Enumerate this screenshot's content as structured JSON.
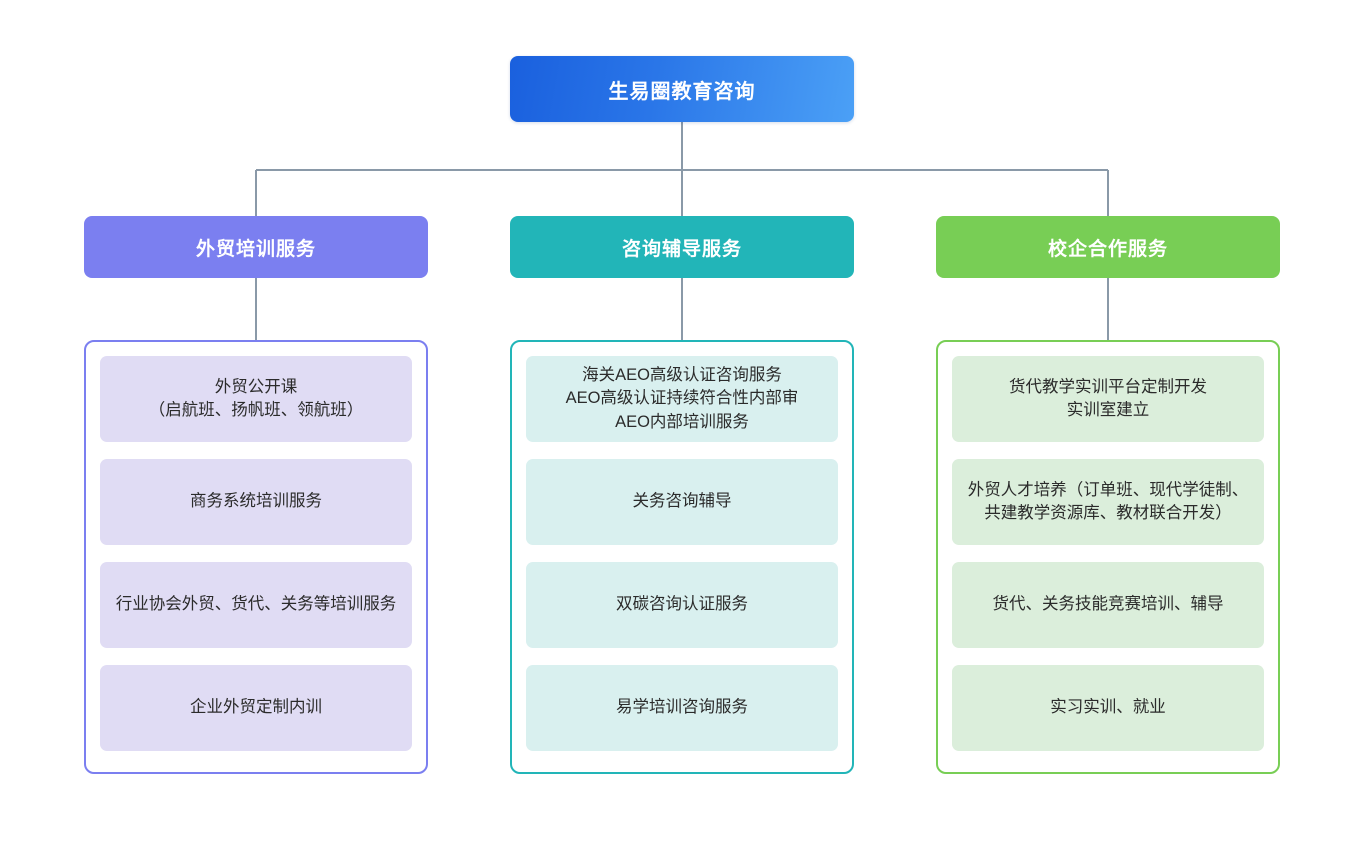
{
  "diagram": {
    "title": "生易圈教育咨询 服务架构图",
    "type": "organizational-tree",
    "root": {
      "label": "生易圈教育咨询",
      "color_start": "#1a60de",
      "color_end": "#4ba0f6",
      "text_color": "#ffffff"
    },
    "connector_color": "#8a99a8",
    "background": "#ffffff",
    "branches": [
      {
        "label": "外贸培训服务",
        "header_color": "#7b7ff0",
        "border_color": "#7b7ff0",
        "card_color": "#e0dcf4",
        "text_color": "#ffffff",
        "items": [
          {
            "text": "外贸公开课\n（启航班、扬帆班、领航班）"
          },
          {
            "text": "商务系统培训服务"
          },
          {
            "text": "行业协会外贸、货代、关务等培训服务"
          },
          {
            "text": "企业外贸定制内训"
          }
        ]
      },
      {
        "label": "咨询辅导服务",
        "header_color": "#22b5b8",
        "border_color": "#22b5b8",
        "card_color": "#d9f0ef",
        "text_color": "#ffffff",
        "items": [
          {
            "text": "海关AEO高级认证咨询服务\nAEO高级认证持续符合性内部审\nAEO内部培训服务"
          },
          {
            "text": "关务咨询辅导"
          },
          {
            "text": "双碳咨询认证服务"
          },
          {
            "text": "易学培训咨询服务"
          }
        ]
      },
      {
        "label": "校企合作服务",
        "header_color": "#78ce55",
        "border_color": "#78ce55",
        "card_color": "#dbeedb",
        "text_color": "#ffffff",
        "items": [
          {
            "text": "货代教学实训平台定制开发\n实训室建立"
          },
          {
            "text": "外贸人才培养（订单班、现代学徒制、共建教学资源库、教材联合开发）"
          },
          {
            "text": "货代、关务技能竞赛培训、辅导"
          },
          {
            "text": "实习实训、就业"
          }
        ]
      }
    ]
  }
}
